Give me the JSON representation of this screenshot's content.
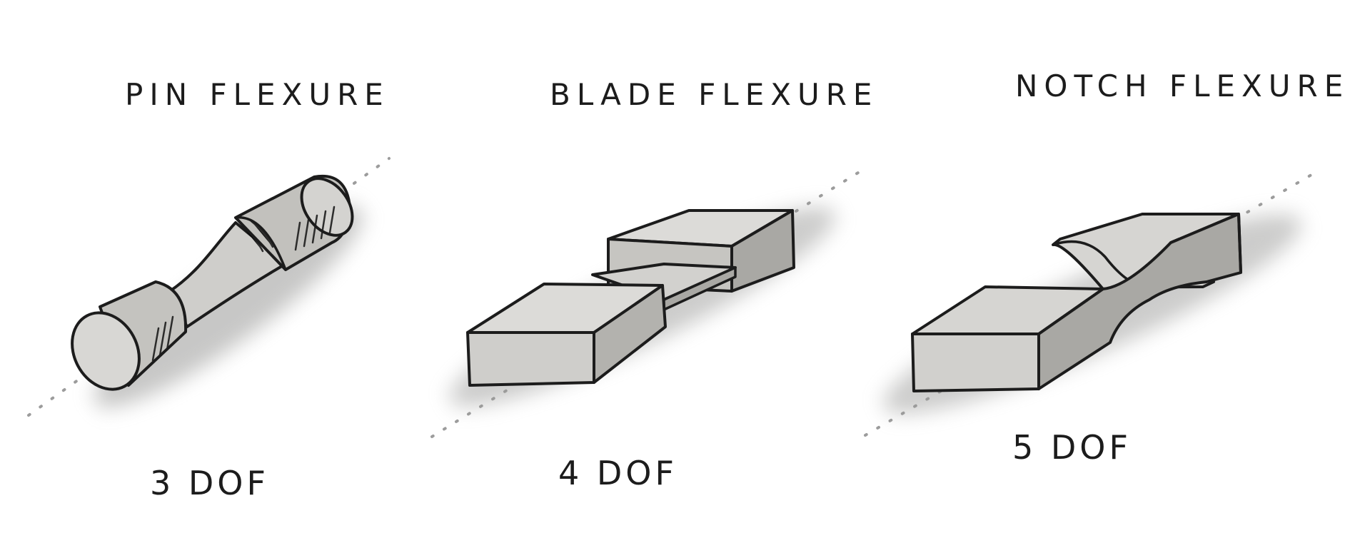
{
  "diagram": {
    "flexures": [
      {
        "id": "pin",
        "title": "PIN FLEXURE",
        "dof": "3 DOF"
      },
      {
        "id": "blade",
        "title": "BLADE FLEXURE",
        "dof": "4 DOF"
      },
      {
        "id": "notch",
        "title": "NOTCH FLEXURE",
        "dof": "5 DOF"
      }
    ]
  },
  "colors": {
    "ink": "#1c1c1c",
    "fill_light": "#dededc",
    "fill_mid": "#c9c8c5",
    "fill_dark": "#a9a8a4",
    "shadow": "#9a9a98",
    "axis": "#9c9c9c"
  }
}
